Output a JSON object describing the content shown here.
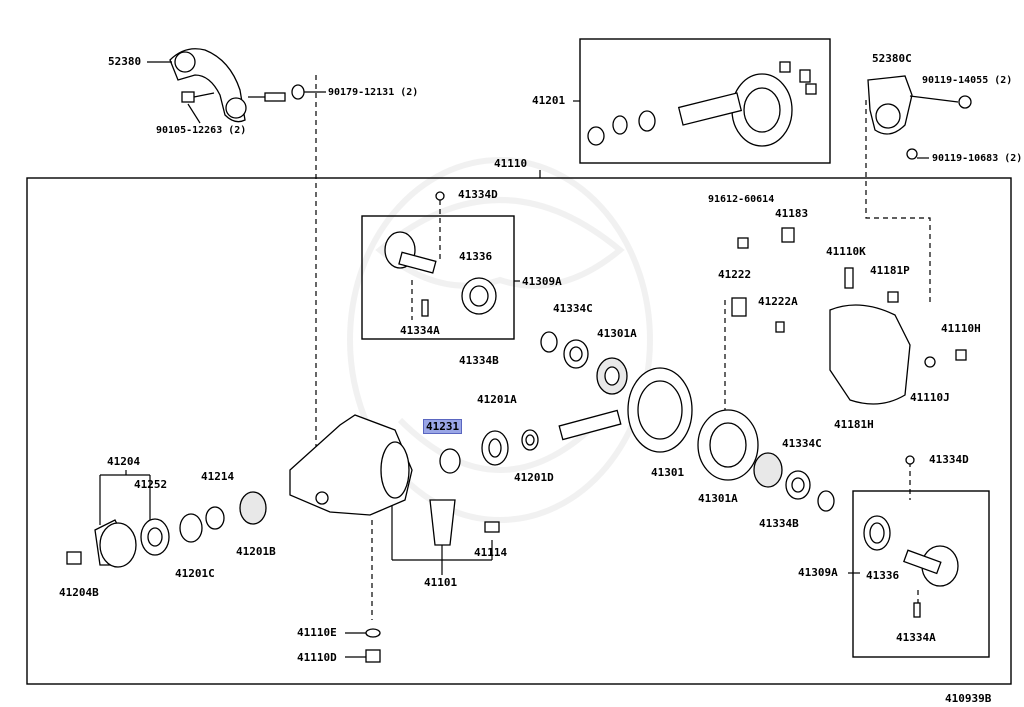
{
  "diagram_id": "410939B",
  "highlighted_part": "41231",
  "labels": {
    "p52380": "52380",
    "p90179_12131": "90179-12131 (2)",
    "p90105_12263": "90105-12263 (2)",
    "p41201": "41201",
    "p52380C": "52380C",
    "p90119_14055": "90119-14055 (2)",
    "p90119_10683": "90119-10683 (2)",
    "p41110": "41110",
    "p41334D_top": "41334D",
    "p41336_top": "41336",
    "p41309A_top": "41309A",
    "p41334A_top": "41334A",
    "p41334C_left": "41334C",
    "p41301A_left": "41301A",
    "p41334B_left": "41334B",
    "p91612_60614": "91612-60614",
    "p41183": "41183",
    "p41110K": "41110K",
    "p41181P": "41181P",
    "p41222": "41222",
    "p41222A": "41222A",
    "p41110H": "41110H",
    "p41110J": "41110J",
    "p41181H": "41181H",
    "p41231": "41231",
    "p41201A": "41201A",
    "p41201D": "41201D",
    "p41301": "41301",
    "p41334C_right": "41334C",
    "p41301A_right": "41301A",
    "p41334B_right": "41334B",
    "p41334D_right": "41334D",
    "p41204": "41204",
    "p41252": "41252",
    "p41214": "41214",
    "p41201B": "41201B",
    "p41201C": "41201C",
    "p41204B": "41204B",
    "p41114": "41114",
    "p41101": "41101",
    "p41110E": "41110E",
    "p41110D": "41110D",
    "p41309A_right": "41309A",
    "p41336_right": "41336",
    "p41334A_right": "41334A",
    "diagram_code": "410939B"
  }
}
